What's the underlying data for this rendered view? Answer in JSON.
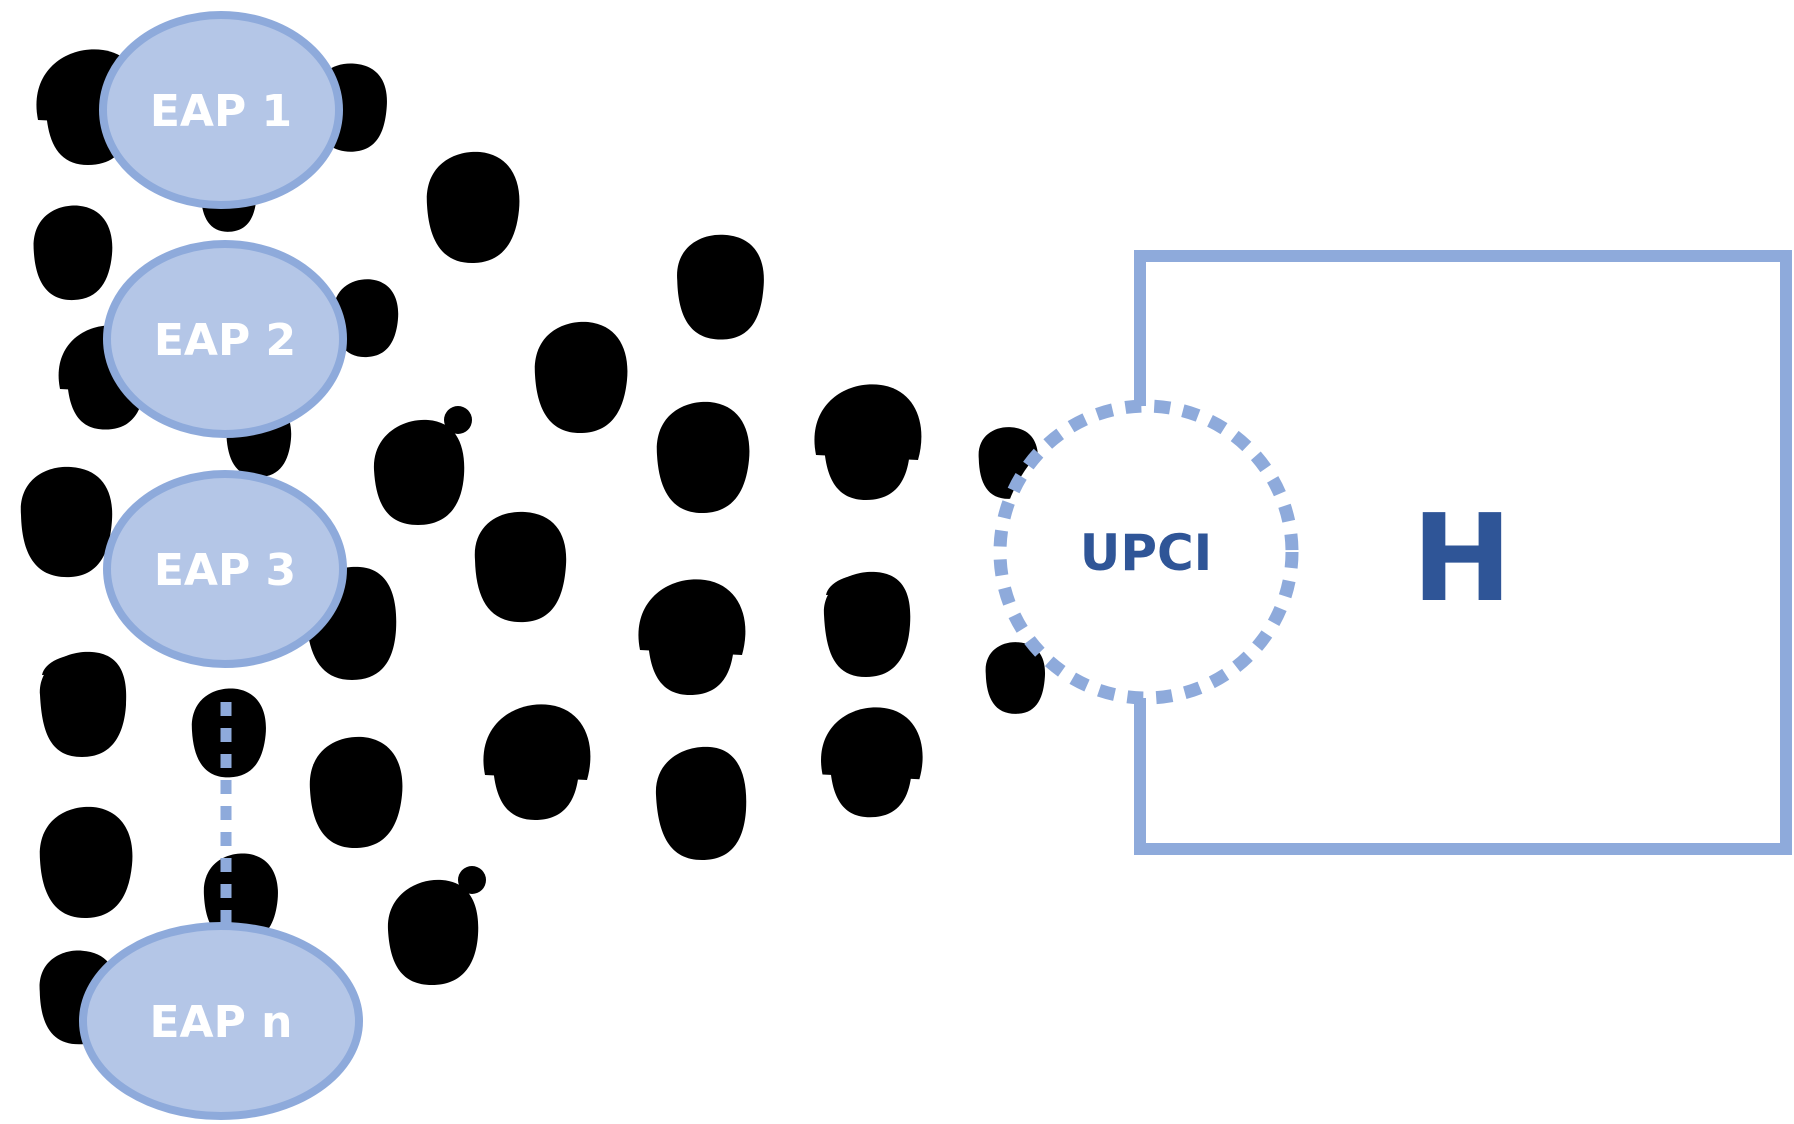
{
  "colors": {
    "accent_light": "#b4c6e7",
    "accent_border": "#8eaadb",
    "accent_dark": "#2f5597",
    "sketch_stroke": "#2b2b2b",
    "background": "#ffffff"
  },
  "eap_nodes": [
    {
      "label": "EAP 1"
    },
    {
      "label": "EAP 2"
    },
    {
      "label": "EAP 3"
    },
    {
      "label": "EAP n"
    }
  ],
  "upci": {
    "label": "UPCI"
  },
  "host": {
    "label": "H"
  },
  "crowd": {
    "icon": "person-face-sketch-icon"
  }
}
